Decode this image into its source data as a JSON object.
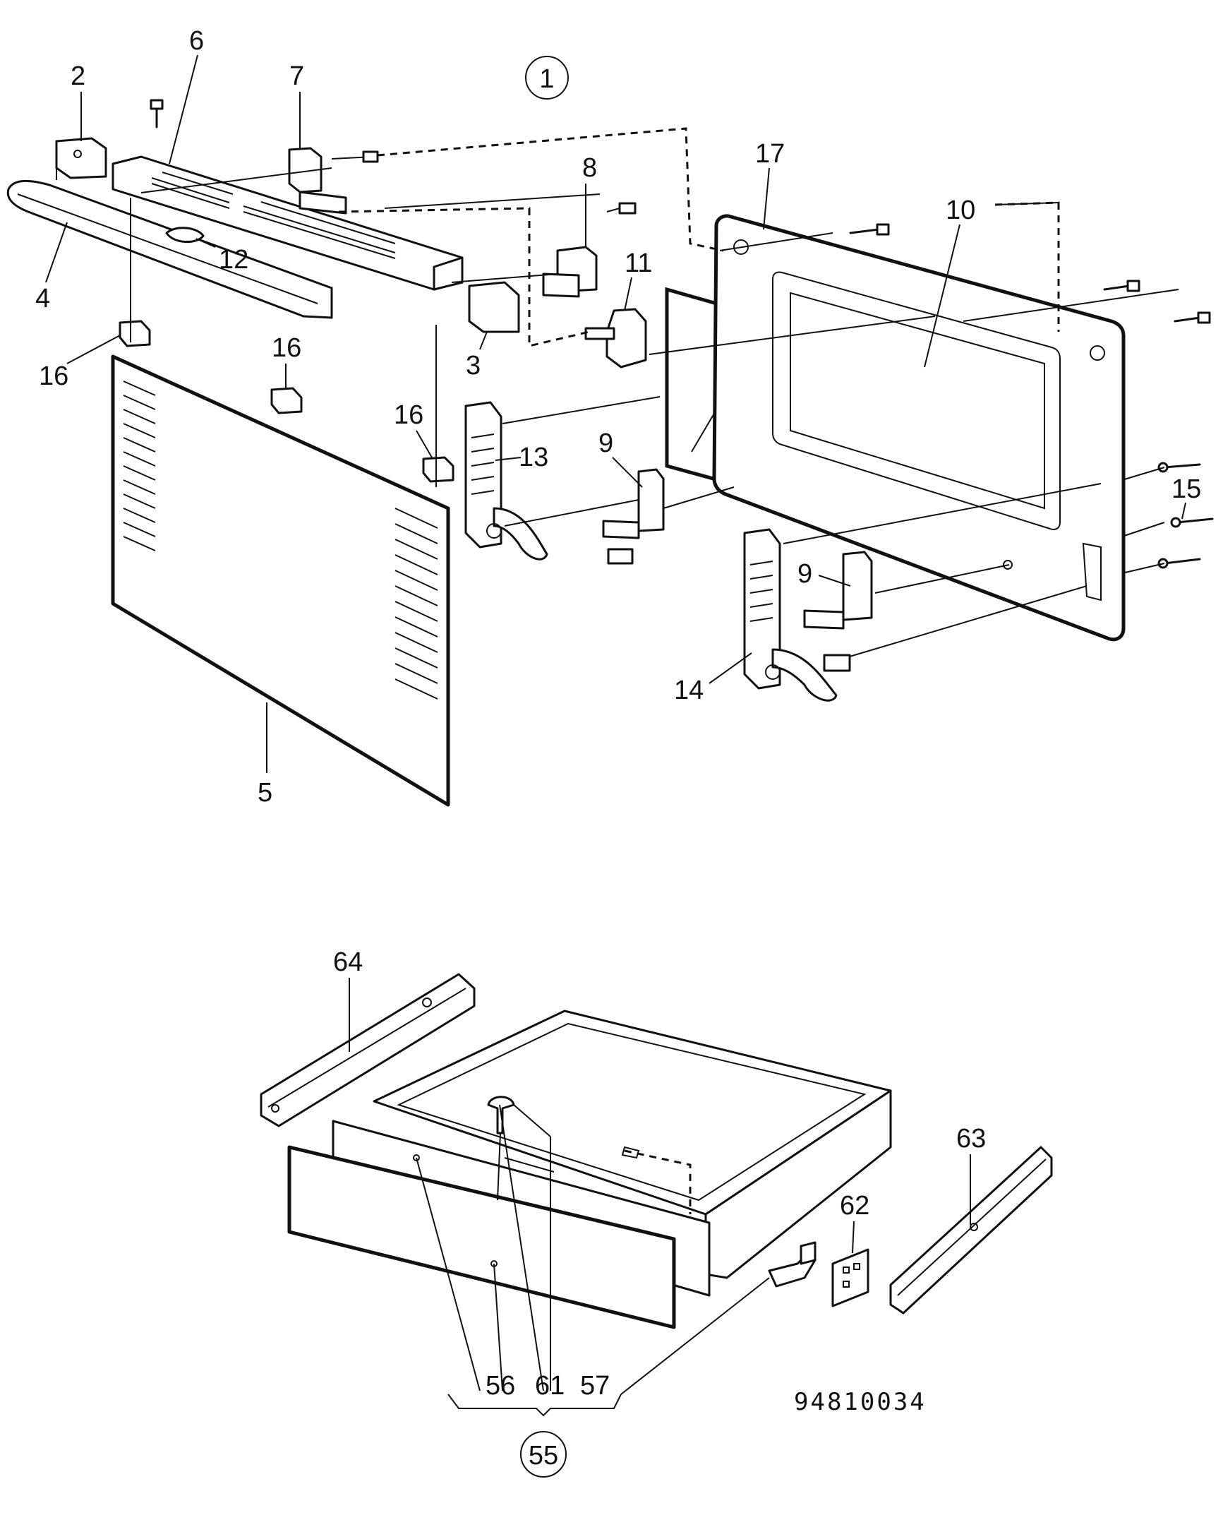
{
  "diagram": {
    "figure_number": "1",
    "assembly_number": "55",
    "drawing_code": "94810034",
    "callouts": {
      "c2": "2",
      "c3": "3",
      "c4": "4",
      "c5": "5",
      "c6": "6",
      "c7": "7",
      "c8": "8",
      "c9a": "9",
      "c9b": "9",
      "c10": "10",
      "c11": "11",
      "c12": "12",
      "c13": "13",
      "c14": "14",
      "c15": "15",
      "c16a": "16",
      "c16b": "16",
      "c16c": "16",
      "c17": "17",
      "c56": "56",
      "c57": "57",
      "c61": "61",
      "c62": "62",
      "c63": "63",
      "c64": "64"
    }
  }
}
